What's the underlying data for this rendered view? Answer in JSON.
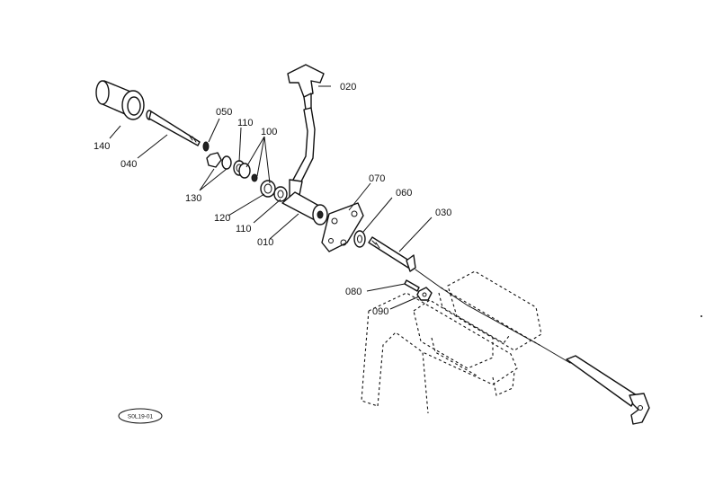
{
  "diagram": {
    "ref_code": "S0L19-01",
    "labels": {
      "p010": "010",
      "p020": "020",
      "p030": "030",
      "p040": "040",
      "p050": "050",
      "p060": "060",
      "p070": "070",
      "p080": "080",
      "p090": "090",
      "p100": "100",
      "p110a": "110",
      "p110b": "110",
      "p120": "120",
      "p130": "130",
      "p140": "140"
    }
  }
}
